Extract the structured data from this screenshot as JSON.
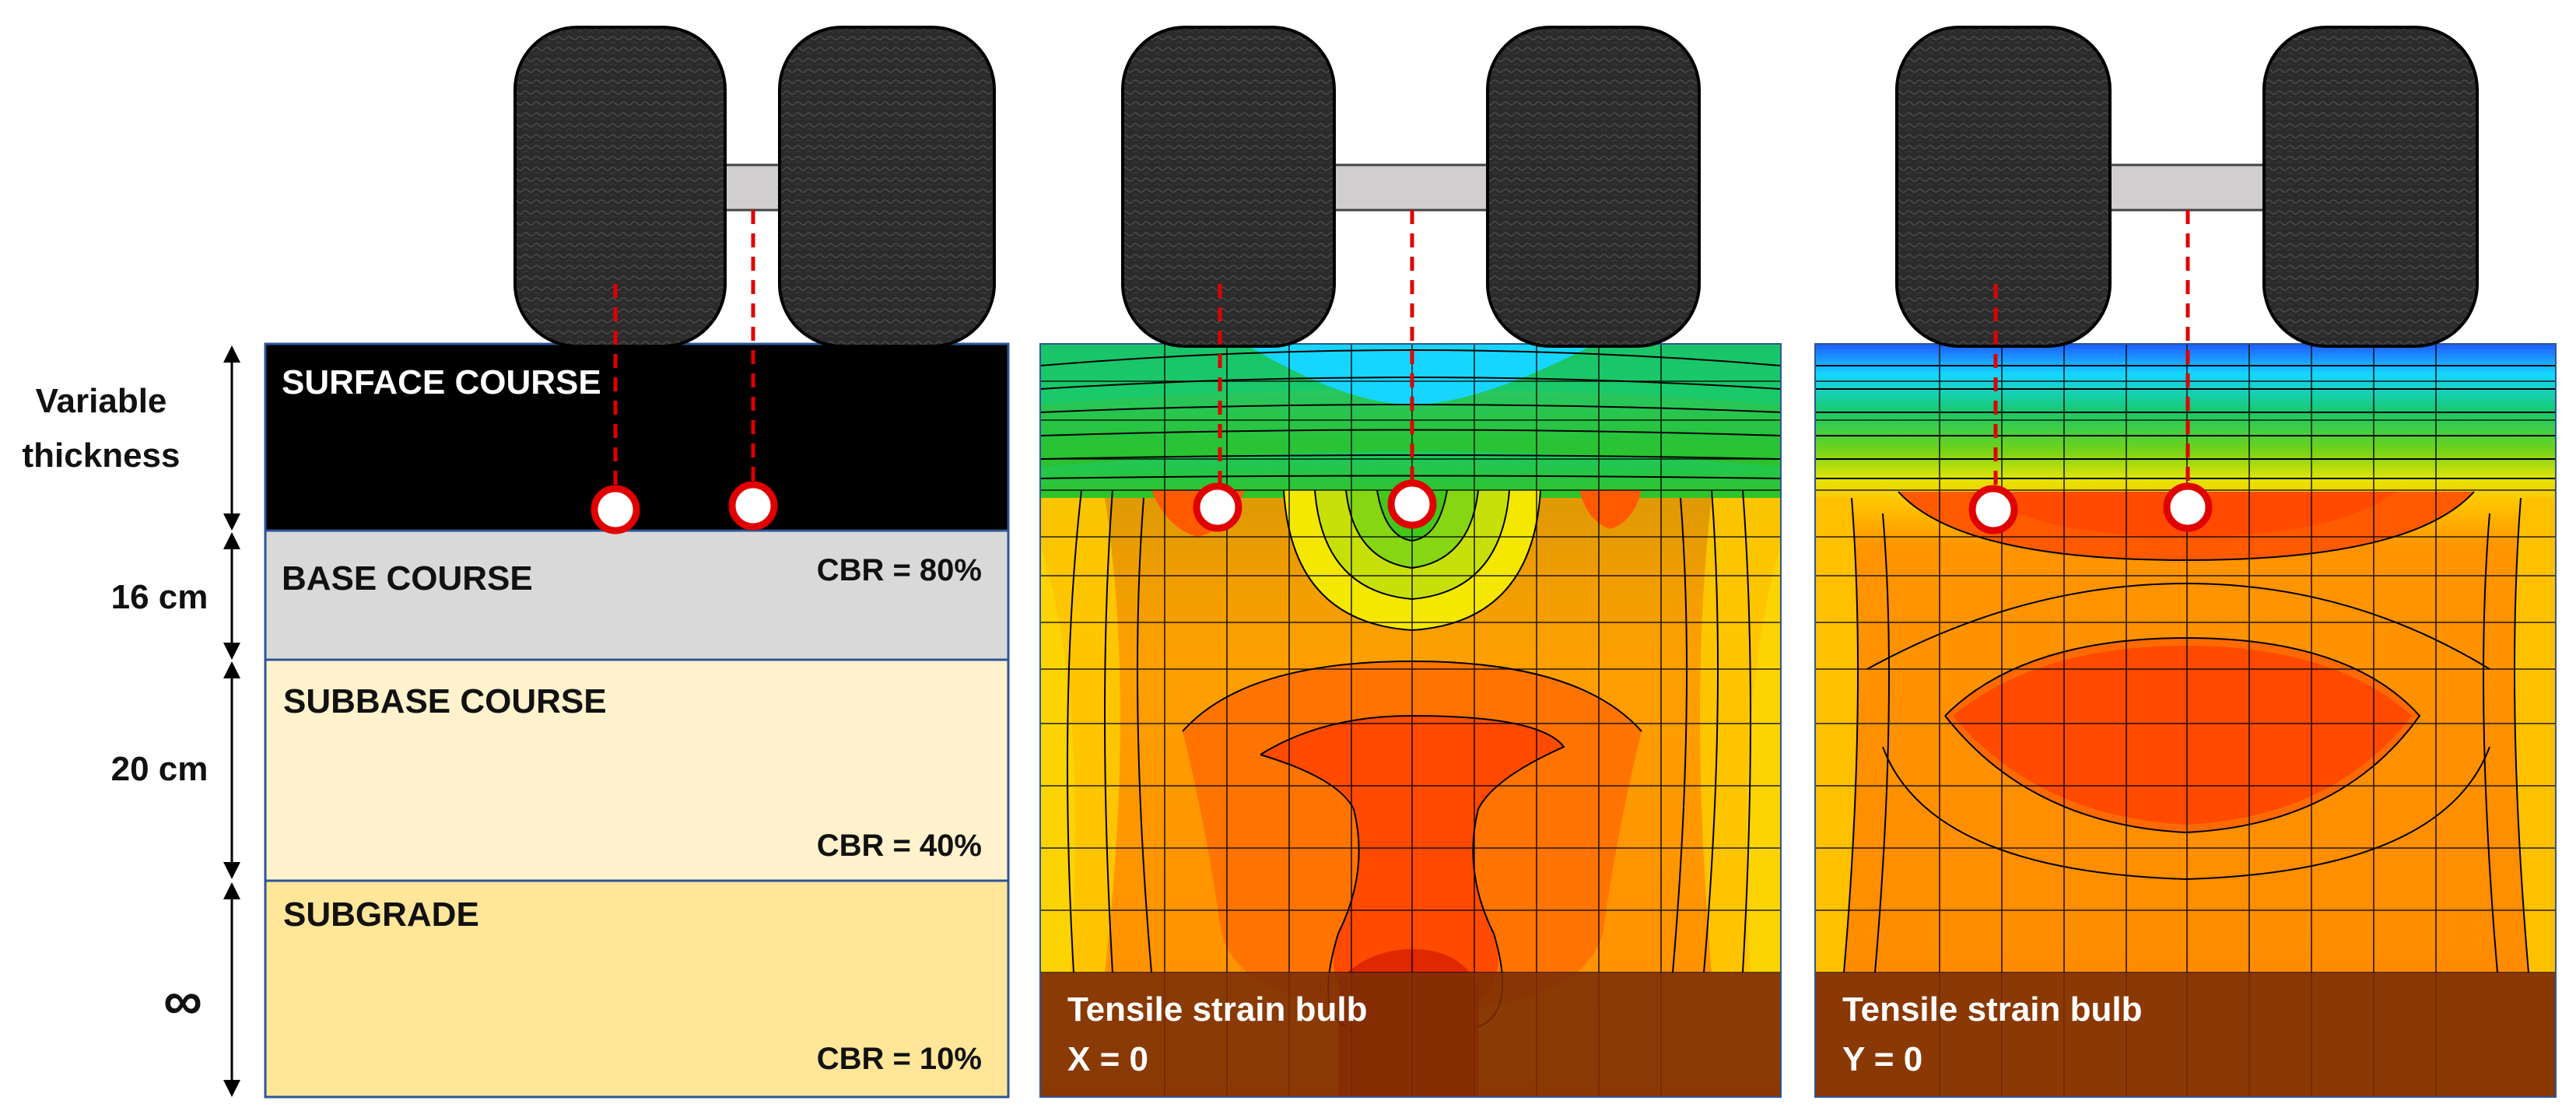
{
  "thickness_labels": {
    "surface_line1": "Variable",
    "surface_line2": "thickness",
    "base": "16 cm",
    "subbase": "20 cm",
    "subgrade": "∞"
  },
  "layers": [
    {
      "name": "SURFACE COURSE",
      "cbr": "",
      "color": "#000000",
      "text_color": "#ffffff"
    },
    {
      "name": "BASE COURSE",
      "cbr": "CBR = 80%",
      "color": "#d9d9d9",
      "text_color": "#111111"
    },
    {
      "name": "SUBBASE COURSE",
      "cbr": "CBR = 40%",
      "color": "#fff2cc",
      "text_color": "#111111"
    },
    {
      "name": "SUBGRADE",
      "cbr": "CBR = 10%",
      "color": "#ffe699",
      "text_color": "#111111"
    }
  ],
  "panels": [
    {
      "caption_line1": "Tensile strain bulb",
      "caption_line2": "X = 0"
    },
    {
      "caption_line1": "Tensile strain bulb",
      "caption_line2": "Y = 0"
    }
  ],
  "colors": {
    "tire": "#262626",
    "axle": "#d0cece",
    "marker": "#e00000",
    "outline": "#2f5597",
    "contour_low": "#1f4fff",
    "contour_high": "#c00000",
    "caption_band": "#7a2e05"
  },
  "icons": [
    "tire-icon",
    "axle-icon",
    "strain-gauge-marker-icon",
    "dimension-arrow-icon"
  ]
}
